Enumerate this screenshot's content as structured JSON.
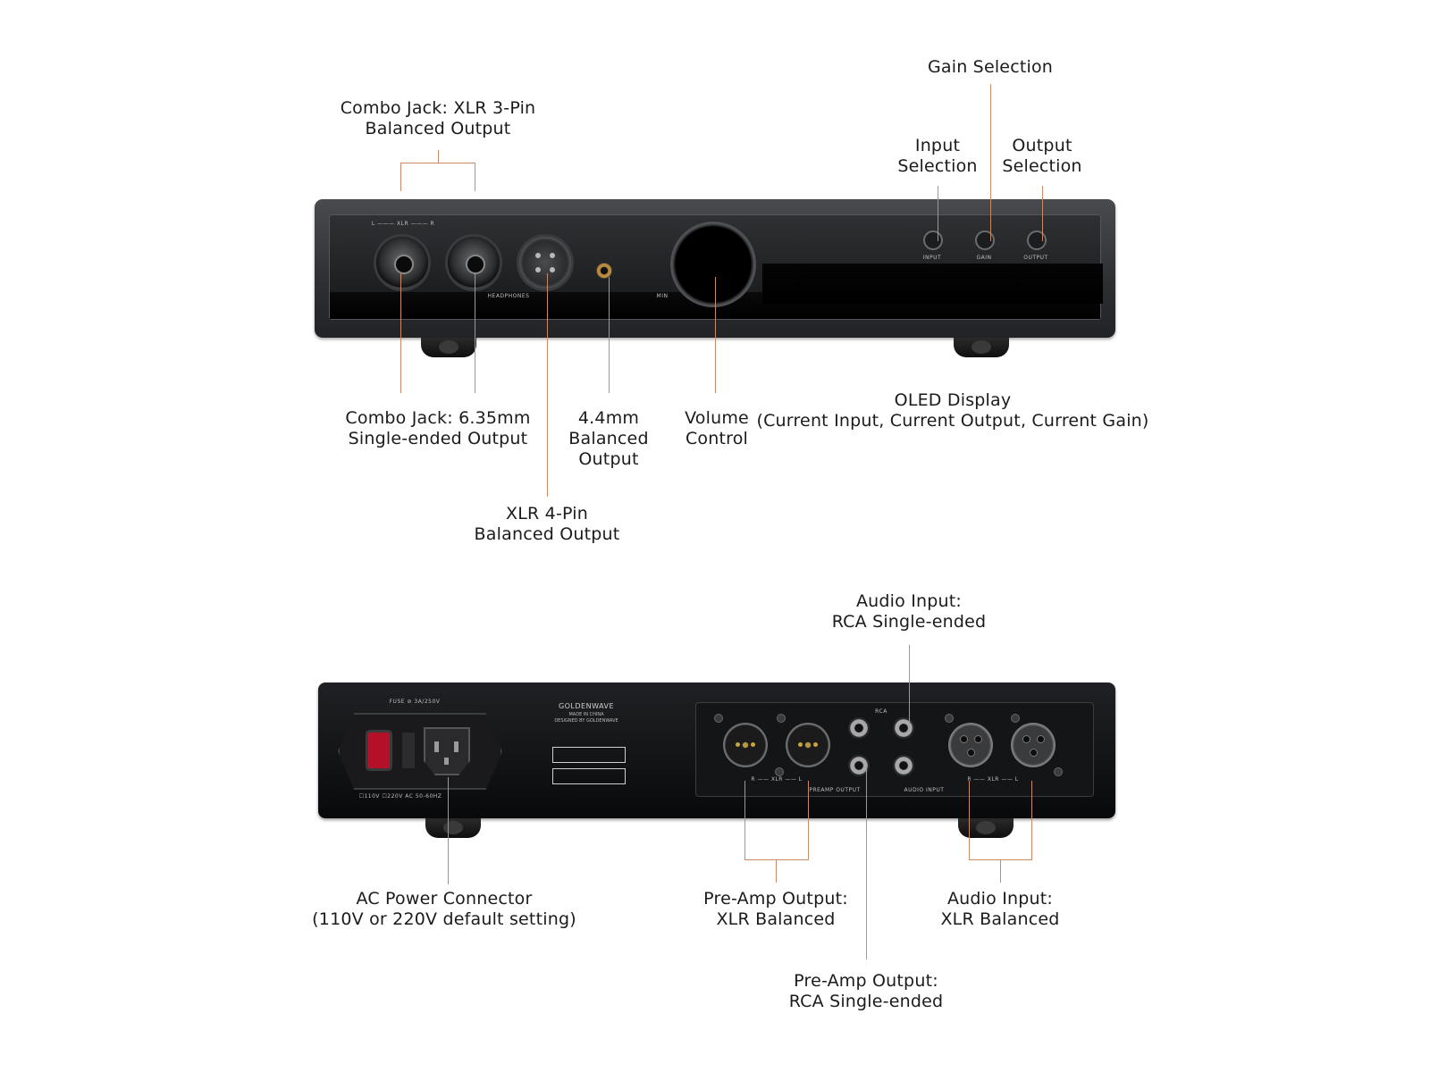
{
  "front": {
    "labels": {
      "xlr3pin": [
        "Combo Jack: XLR 3-Pin",
        "Balanced Output"
      ],
      "gain": [
        "Gain Selection"
      ],
      "input": [
        "Input",
        "Selection"
      ],
      "output": [
        "Output",
        "Selection"
      ],
      "combo635": [
        "Combo Jack: 6.35mm",
        "Single-ended Output"
      ],
      "bal44": [
        "4.4mm",
        "Balanced",
        "Output"
      ],
      "volume": [
        "Volume",
        "Control"
      ],
      "oled": [
        "OLED Display",
        "(Current Input, Current Output, Current Gain)"
      ],
      "xlr4pin": [
        "XLR 4-Pin",
        "Balanced Output"
      ]
    },
    "panel_text": {
      "xlr_header": "L ——— XLR ——— R",
      "headphones": "HEADPHONES",
      "min": "MIN",
      "btn_input": "INPUT",
      "btn_gain": "GAIN",
      "btn_output": "OUTPUT"
    }
  },
  "rear": {
    "labels": {
      "rca_in": [
        "Audio Input:",
        "RCA Single-ended"
      ],
      "ac": [
        "AC Power Connector",
        "(110V or 220V default setting)"
      ],
      "preamp_xlr": [
        "Pre-Amp Output:",
        "XLR Balanced"
      ],
      "audio_xlr": [
        "Audio Input:",
        "XLR Balanced"
      ],
      "preamp_rca": [
        "Pre-Amp Output:",
        "RCA Single-ended"
      ]
    },
    "panel_text": {
      "fuse": "FUSE ⊘ 3A/250V",
      "brand": "GOLDENWAVE",
      "made": "MADE IN CHINA",
      "designed": "DESIGNED BY GOLDENWAVE",
      "voltage": "☐110V  ☐220V AC 50-60HZ",
      "rca": "RCA",
      "preamp_output": "PREAMP OUTPUT",
      "audio_input": "AUDIO INPUT",
      "xlr_left": "R —— XLR —— L",
      "xlr_right": "R —— XLR —— L"
    }
  },
  "colors": {
    "leader": "#c98a6a",
    "power_switch": "#b5102a"
  }
}
